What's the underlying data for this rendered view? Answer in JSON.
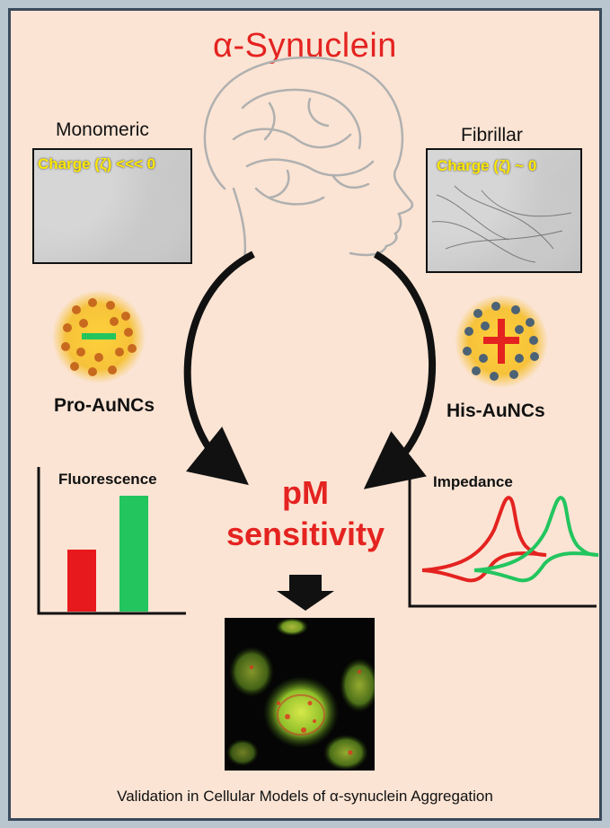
{
  "title": "α-Synuclein",
  "left_panel": {
    "label": "Monomeric",
    "charge": "Charge (ζ) <<< 0",
    "particle_label": "Pro-AuNCs"
  },
  "right_panel": {
    "label": "Fibrillar",
    "charge": "Charge (ζ) ~ 0",
    "particle_label": "His-AuNCs"
  },
  "center": {
    "line1": "pM",
    "line2": "sensitivity"
  },
  "chart_data": [
    {
      "type": "bar",
      "title": "Fluorescence",
      "categories": [
        "",
        ""
      ],
      "values": [
        0.46,
        0.86
      ],
      "ylim": [
        0,
        1
      ],
      "colors": [
        "#e8191d",
        "#22c55e"
      ]
    },
    {
      "type": "line",
      "title": "Impedance",
      "series": [
        {
          "color": "#e42320",
          "shift": 0
        },
        {
          "color": "#22c55e",
          "shift": 1
        }
      ]
    }
  ],
  "footer": "Validation in Cellular Models of α-synuclein Aggregation",
  "colors": {
    "accent": "#e42320",
    "green": "#22c55e",
    "frame": "#3b4a5c",
    "background": "#fbe4d4"
  }
}
